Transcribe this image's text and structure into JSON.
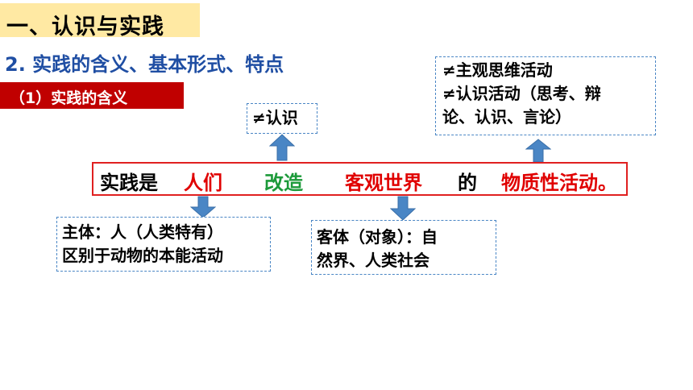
{
  "title": "一、认识与实践",
  "subtitle": "2. 实践的含义、基本形式、特点",
  "section": "（1）实践的含义",
  "definition": {
    "prefix": "实践是",
    "subject": "人们",
    "action": "改造",
    "object": "客观世界",
    "particle": "的",
    "nature": "物质性活动。"
  },
  "notes": {
    "not_knowing": "≠认识",
    "not_subjective_lines": [
      "≠主观思维活动",
      "≠认识活动（思考、辩",
      "论、认识、言论）"
    ],
    "subject_lines": [
      "主体：人（人类特有）",
      "区别于动物的本能活动"
    ],
    "object_lines": [
      "客体（对象）：自",
      "然界、人类社会"
    ]
  },
  "colors": {
    "title_bg": "#ffe9a3",
    "subtitle": "#1f4ea3",
    "section_bg": "#c00000",
    "red": "#e00000",
    "green": "#1c9a3a",
    "arrow": "#4a86c5"
  }
}
